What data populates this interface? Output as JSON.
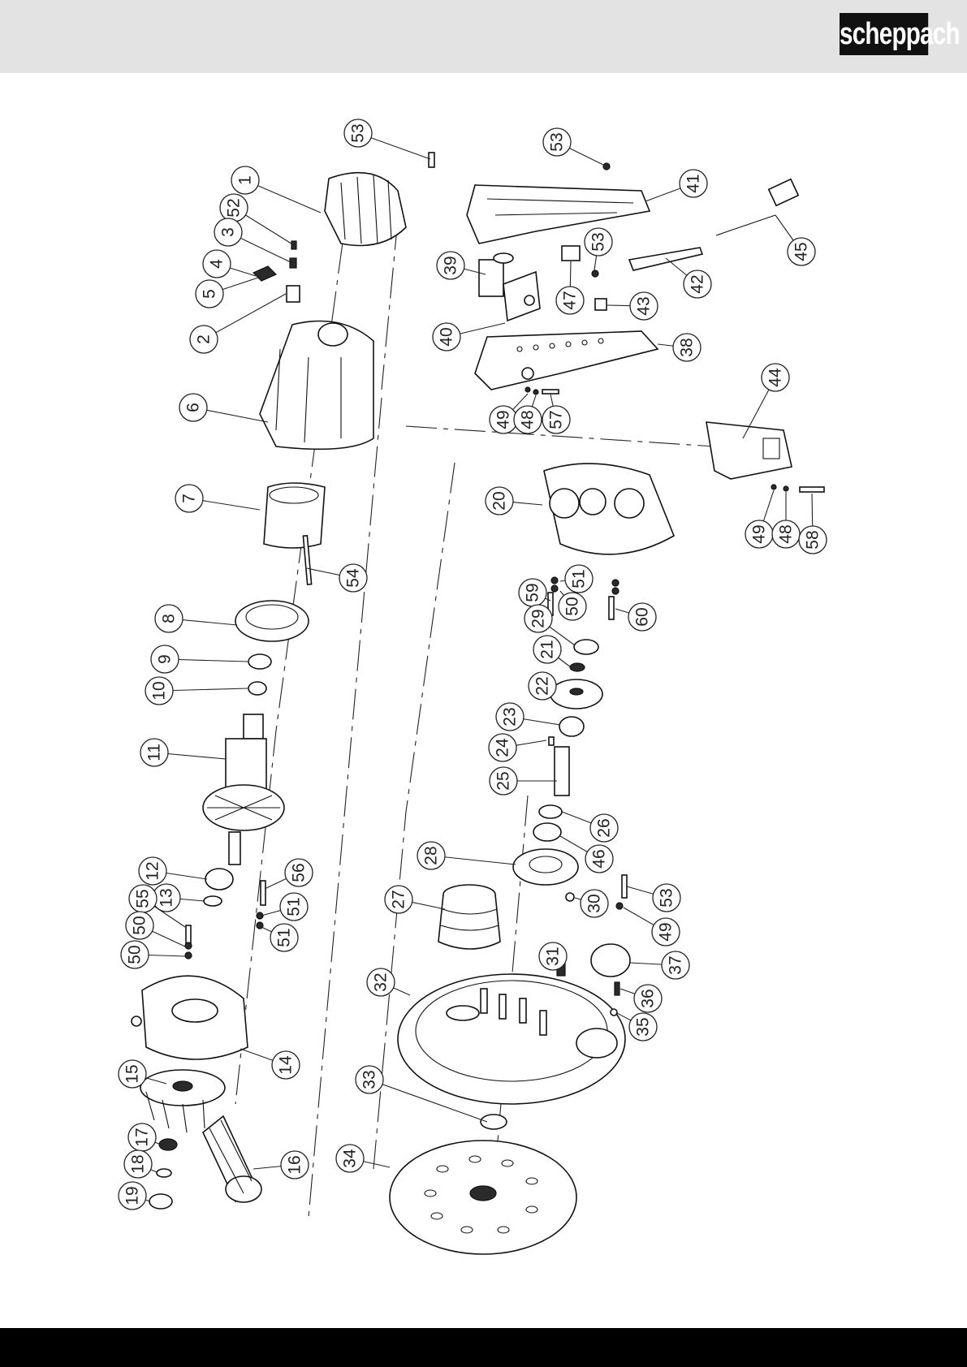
{
  "header": {
    "brand_logo": "scheppach"
  },
  "callouts": [
    "53",
    "1",
    "52",
    "3",
    "4",
    "5",
    "2",
    "6",
    "7",
    "54",
    "8",
    "9",
    "10",
    "11",
    "12",
    "56",
    "13",
    "55",
    "50",
    "51",
    "50",
    "51",
    "14",
    "15",
    "16",
    "17",
    "18",
    "19",
    "53",
    "41",
    "45",
    "39",
    "53",
    "47",
    "43",
    "42",
    "40",
    "38",
    "49",
    "48",
    "57",
    "44",
    "20",
    "49",
    "48",
    "58",
    "59",
    "51",
    "50",
    "60",
    "29",
    "21",
    "22",
    "23",
    "24",
    "25",
    "26",
    "28",
    "46",
    "27",
    "30",
    "53",
    "49",
    "31",
    "37",
    "32",
    "36",
    "35",
    "33",
    "34"
  ]
}
